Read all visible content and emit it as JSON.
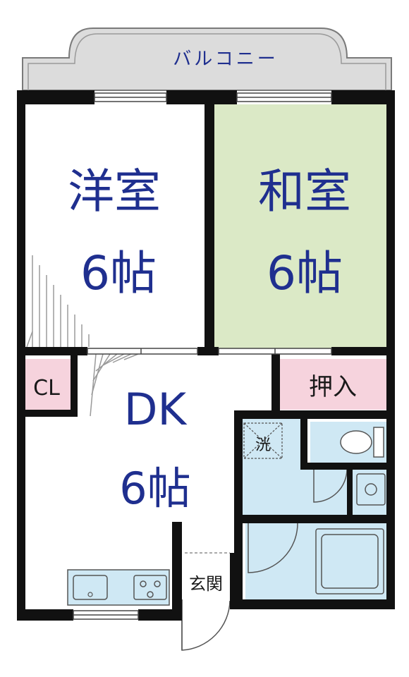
{
  "balcony": {
    "label": "バルコニー"
  },
  "rooms": {
    "western": {
      "line1": "洋室",
      "line2": "6帖"
    },
    "japanese": {
      "line1": "和室",
      "line2": "6帖"
    },
    "dk": {
      "line1": "DK",
      "line2": "6帖"
    }
  },
  "closet": {
    "label": "CL"
  },
  "oshiire": {
    "label": "押入"
  },
  "washer": {
    "label": "洸"
  },
  "entrance": {
    "label": "玄関"
  },
  "colors": {
    "wall": "#111111",
    "balcony_fill": "#dcdcdc",
    "japanese_fill": "#dbe9c6",
    "storage_fill": "#f6d3dd",
    "wet_fill": "#cfe8f4",
    "text_blue": "#1f2f8f"
  }
}
